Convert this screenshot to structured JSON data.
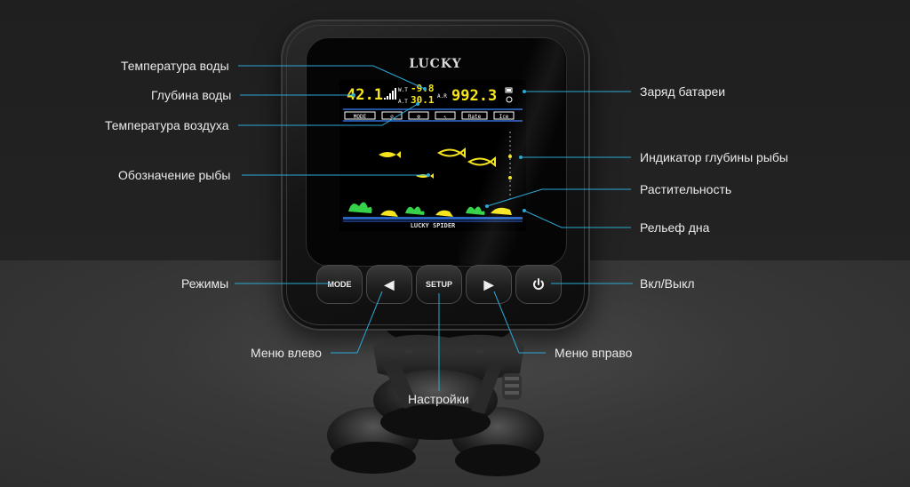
{
  "labels": {
    "water_temp": "Температура воды",
    "water_depth": "Глубина воды",
    "air_temp": "Температура воздуха",
    "fish_symbol": "Обозначение рыбы",
    "modes": "Режимы",
    "battery": "Заряд батареи",
    "fish_depth": "Индикатор глубины рыбы",
    "vegetation": "Растительность",
    "bottom": "Рельеф дна",
    "power": "Вкл/Выкл",
    "menu_left": "Меню влево",
    "menu_right": "Меню вправо",
    "settings": "Настройки"
  },
  "device": {
    "brand": "LUCKY",
    "model": "LUCKY SPIDER",
    "buttons": {
      "mode": "MODE",
      "left": "◀",
      "setup": "SETUP",
      "right": "▶",
      "power_icon": "power-icon"
    }
  },
  "display": {
    "depth": "42.1",
    "water_temp": "-9.8",
    "air_temp": "30.1",
    "wt_label": "W.T",
    "at_label": "A.T",
    "ar_label": "A.R",
    "reading": "992.3",
    "tabs": [
      "MODE",
      "⊘",
      "⚙",
      "↖",
      "Rate",
      "Ice"
    ]
  },
  "colors": {
    "accent_line": "#2aa9d6",
    "screen_yellow": "#f6e51c",
    "screen_blue": "#2f6fd8",
    "vegetation_green": "#36d24a"
  }
}
